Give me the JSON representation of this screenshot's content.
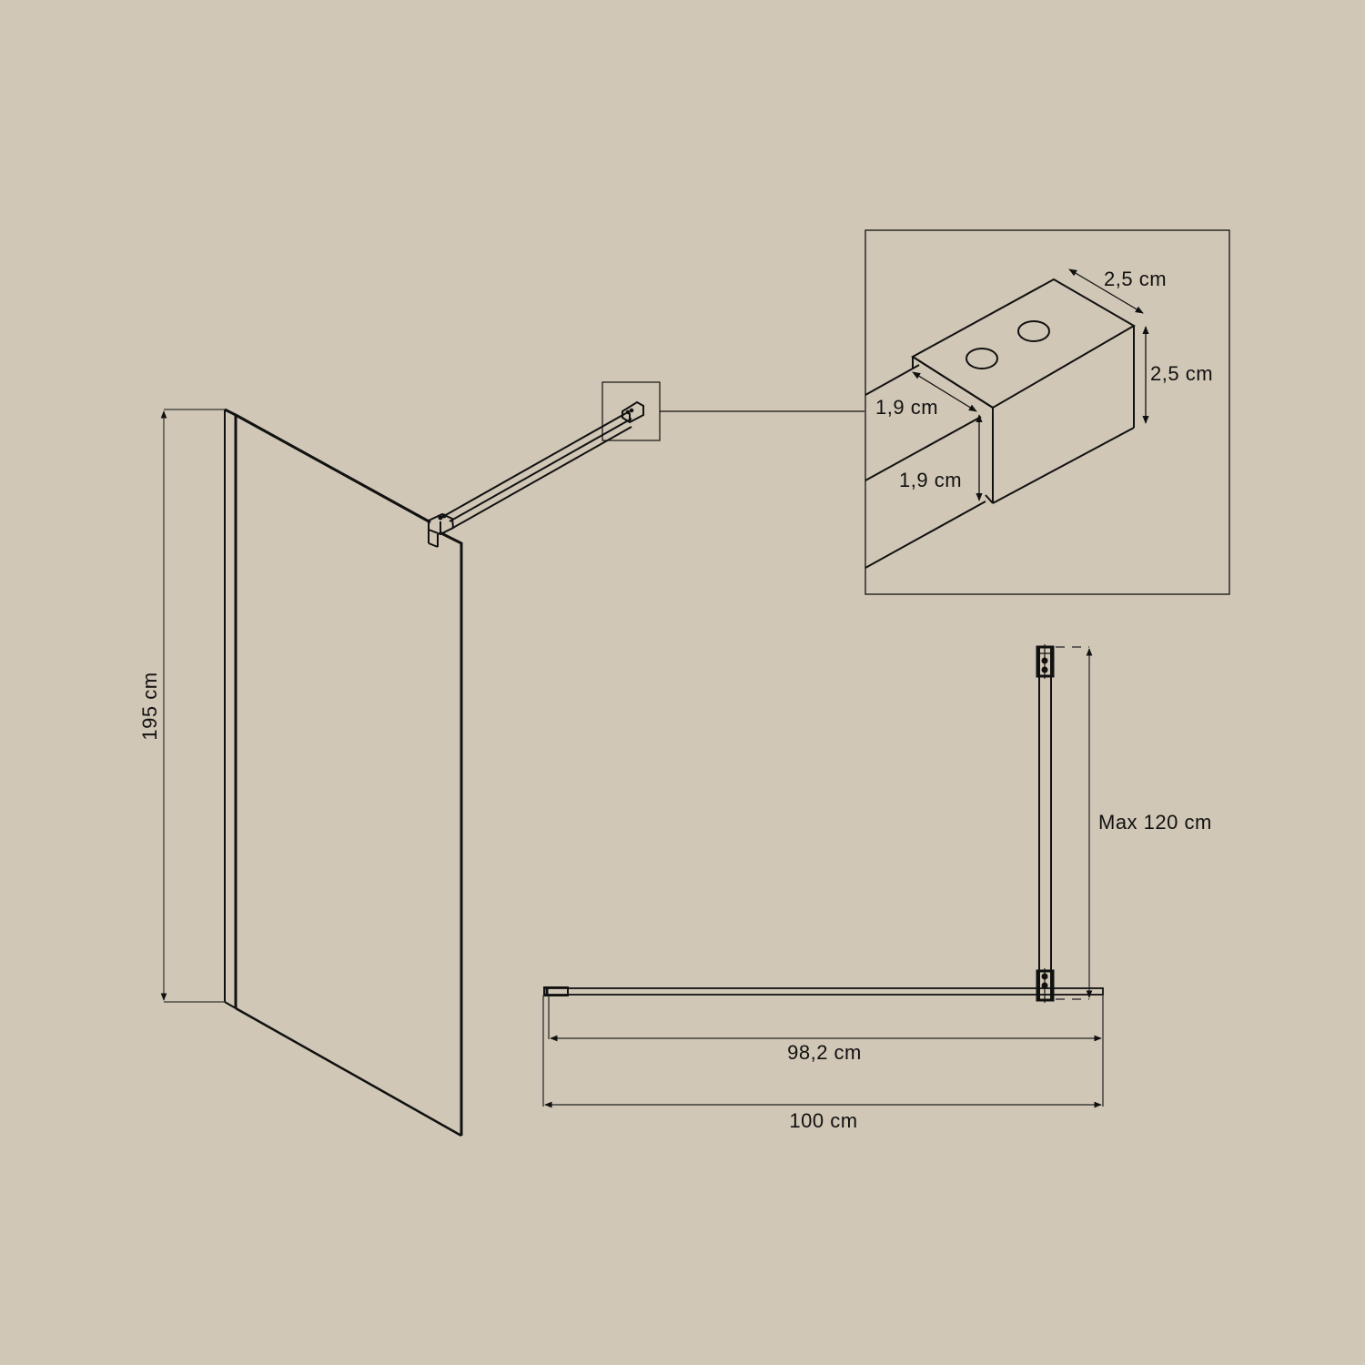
{
  "colors": {
    "background": "#d1c7b6",
    "line": "#111111",
    "dimension_line": "#333333"
  },
  "panel_view": {
    "height_label": "195 cm"
  },
  "detail_view": {
    "outer_width_label": "2,5 cm",
    "outer_height_label": "2,5 cm",
    "inner_width_label": "1,9 cm",
    "inner_height_label": "1,9 cm"
  },
  "top_view": {
    "bar_length_label": "Max 120 cm",
    "glass_width_label": "98,2 cm",
    "total_width_label": "100 cm"
  }
}
